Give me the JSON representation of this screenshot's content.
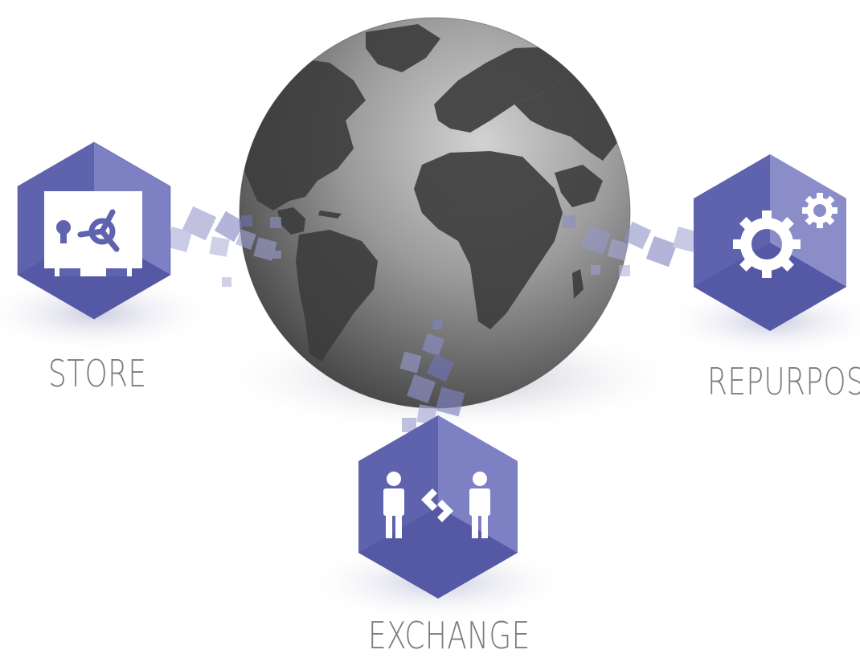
{
  "colors": {
    "hex_front": "#5f63ad",
    "hex_side": "#7d80c2",
    "hex_top": "#9a9dd2",
    "globe_ocean_light": "#c9c9c9",
    "globe_ocean_dark": "#3a3a3a",
    "land": "#3c3c3c",
    "label": "#7c7c7c"
  },
  "nodes": {
    "store": {
      "label": "STORE",
      "icon": "safe-icon"
    },
    "repurpose": {
      "label": "REPURPOSE",
      "icon": "gears-icon"
    },
    "exchange": {
      "label": "EXCHANGE",
      "icon": "people-exchange-icon"
    }
  },
  "center": {
    "icon": "globe-icon"
  }
}
